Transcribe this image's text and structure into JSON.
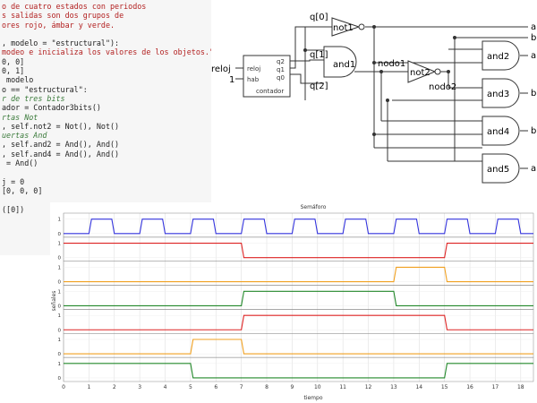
{
  "code": {
    "lines": [
      {
        "text": "o de cuatro estados con periodos",
        "kind": "str"
      },
      {
        "text": "s salidas son dos grupos de",
        "kind": "str"
      },
      {
        "text": "ores rojo, ámbar y verde.",
        "kind": "str"
      },
      {
        "text": "",
        "kind": "def"
      },
      {
        "text": ", modelo = \"estructural\"):",
        "kind": "def"
      },
      {
        "text": "modeo e inicializa los valores de los objetos.\"\"\"",
        "kind": "str"
      },
      {
        "text": "0, 0]",
        "kind": "def"
      },
      {
        "text": "0, 1]",
        "kind": "def"
      },
      {
        "text": " modelo",
        "kind": "def"
      },
      {
        "text": "o == \"estructural\":",
        "kind": "def"
      },
      {
        "text": "r de tres bits",
        "kind": "cmt"
      },
      {
        "text": "ador = Contador3bits()",
        "kind": "def"
      },
      {
        "text": "rtas Not",
        "kind": "cmt"
      },
      {
        "text": ", self.not2 = Not(), Not()",
        "kind": "def"
      },
      {
        "text": "uertas And",
        "kind": "cmt"
      },
      {
        "text": ", self.and2 = And(), And()",
        "kind": "def"
      },
      {
        "text": ", self.and4 = And(), And()",
        "kind": "def"
      },
      {
        "text": " = And()",
        "kind": "def"
      },
      {
        "text": "",
        "kind": "def"
      },
      {
        "text": "j = 0",
        "kind": "def"
      },
      {
        "text": "[0, 0, 0]",
        "kind": "def"
      },
      {
        "text": "",
        "kind": "def"
      },
      {
        "text": "([0])",
        "kind": "def"
      }
    ]
  },
  "circuit": {
    "labels": {
      "q0_top": "q[0]",
      "q1": "q[1]",
      "q2": "q[2]",
      "reloj": "reloj",
      "one": "1",
      "nodo1": "nodo1",
      "nodo2": "nodo2"
    },
    "counter": {
      "in_reloj": "reloj",
      "in_hab": "hab",
      "out_q2": "q2",
      "out_q1": "q1",
      "out_q0": "q0",
      "name": "contador"
    },
    "gates": {
      "not1": "not1",
      "and1": "and1",
      "not2": "not2",
      "and2": "and2",
      "and3": "and3",
      "and4": "and4",
      "and5": "and5"
    },
    "outputs": [
      "a",
      "b",
      "a",
      "b",
      "b",
      "a"
    ]
  },
  "chart_data": {
    "type": "line",
    "title": "Semáforo",
    "xlabel": "tiempo",
    "ylabel": "señales",
    "xlim": [
      0,
      18.5
    ],
    "xticks": [
      0,
      1,
      2,
      3,
      4,
      5,
      6,
      7,
      8,
      9,
      10,
      11,
      12,
      13,
      14,
      15,
      16,
      17,
      18
    ],
    "ytick_labels": [
      "0",
      "1"
    ],
    "grid": true,
    "series": [
      {
        "color": "#3333dd",
        "x": [
          0,
          1,
          1.1,
          1.9,
          2,
          3,
          3.1,
          3.9,
          4,
          5,
          5.1,
          5.9,
          6,
          7,
          7.1,
          7.9,
          8,
          9,
          9.1,
          9.9,
          10,
          11,
          11.1,
          11.9,
          12,
          13,
          13.1,
          13.9,
          14,
          15,
          15.1,
          15.9,
          16,
          17,
          17.1,
          17.9,
          18,
          18.5
        ],
        "y": [
          0,
          0,
          1,
          1,
          0,
          0,
          1,
          1,
          0,
          0,
          1,
          1,
          0,
          0,
          1,
          1,
          0,
          0,
          1,
          1,
          0,
          0,
          1,
          1,
          0,
          0,
          1,
          1,
          0,
          0,
          1,
          1,
          0,
          0,
          1,
          1,
          0,
          0
        ]
      },
      {
        "color": "#dd2222",
        "x": [
          0,
          7,
          7.1,
          15,
          15.1,
          18.5
        ],
        "y": [
          1,
          1,
          0,
          0,
          1,
          1
        ]
      },
      {
        "color": "#f0a020",
        "x": [
          0,
          13,
          13.1,
          15,
          15.1,
          18.5
        ],
        "y": [
          0,
          0,
          1,
          1,
          0,
          0
        ]
      },
      {
        "color": "#22882a",
        "x": [
          0,
          7,
          7.1,
          13,
          13.1,
          18.5
        ],
        "y": [
          0,
          0,
          1,
          1,
          0,
          0
        ]
      },
      {
        "color": "#dd2222",
        "x": [
          0,
          7,
          7.1,
          15,
          15.1,
          18.5
        ],
        "y": [
          0,
          0,
          1,
          1,
          0,
          0
        ]
      },
      {
        "color": "#f0a020",
        "x": [
          0,
          5,
          5.1,
          7,
          7.1,
          18.5
        ],
        "y": [
          0,
          0,
          1,
          1,
          0,
          0
        ]
      },
      {
        "color": "#22882a",
        "x": [
          0,
          5,
          5.1,
          15,
          15.1,
          18.5
        ],
        "y": [
          1,
          1,
          0,
          0,
          1,
          1
        ]
      }
    ]
  }
}
